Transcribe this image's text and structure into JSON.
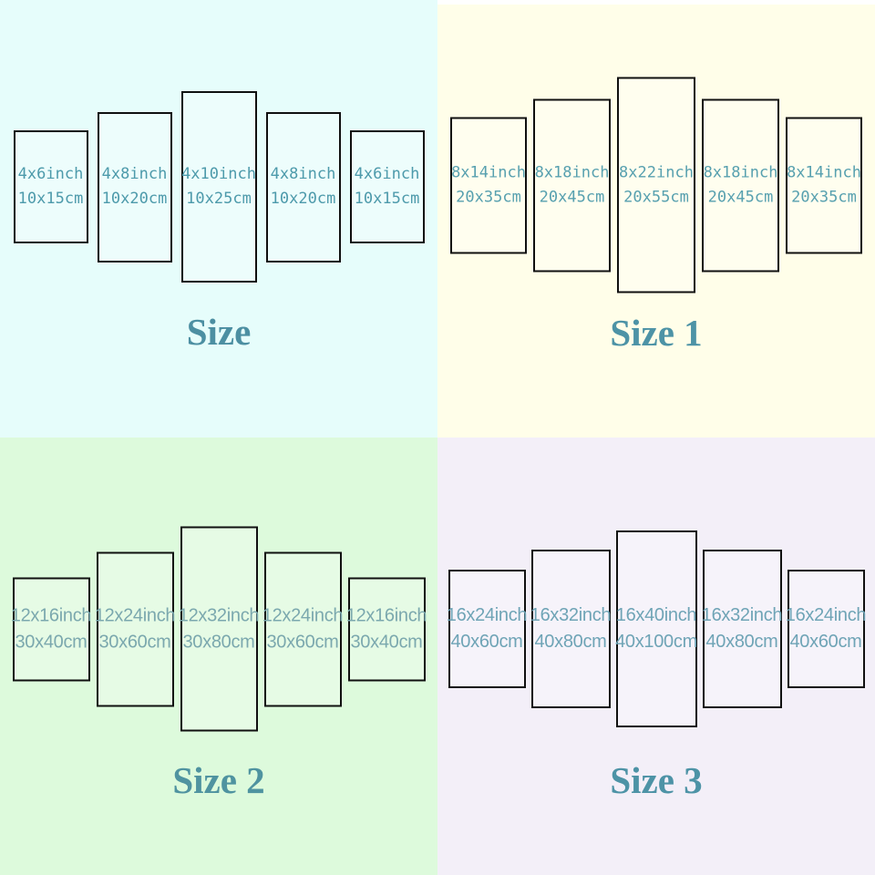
{
  "quadrants": [
    {
      "title": "Size",
      "bg": "#E6FDFB",
      "text_color": "#4D9AAB",
      "title_color": "#4C8FA2",
      "panels": [
        {
          "inch": "4x6inch",
          "cm": "10x15cm"
        },
        {
          "inch": "4x8inch",
          "cm": "10x20cm"
        },
        {
          "inch": "4x10inch",
          "cm": "10x25cm"
        },
        {
          "inch": "4x8inch",
          "cm": "10x20cm"
        },
        {
          "inch": "4x6inch",
          "cm": "10x15cm"
        }
      ]
    },
    {
      "title": "Size 1",
      "bg": "#FFFEE9",
      "text_color": "#57A0AF",
      "title_color": "#4D93A6",
      "panels": [
        {
          "inch": "8x14inch",
          "cm": "20x35cm"
        },
        {
          "inch": "8x18inch",
          "cm": "20x45cm"
        },
        {
          "inch": "8x22inch",
          "cm": "20x55cm"
        },
        {
          "inch": "8x18inch",
          "cm": "20x45cm"
        },
        {
          "inch": "8x14inch",
          "cm": "20x35cm"
        }
      ]
    },
    {
      "title": "Size 2",
      "bg": "#DDFADC",
      "text_color": "#7BA8AE",
      "title_color": "#4F93A0",
      "panels": [
        {
          "inch": "12x16inch",
          "cm": "30x40cm"
        },
        {
          "inch": "12x24inch",
          "cm": "30x60cm"
        },
        {
          "inch": "12x32inch",
          "cm": "30x80cm"
        },
        {
          "inch": "12x24inch",
          "cm": "30x60cm"
        },
        {
          "inch": "12x16inch",
          "cm": "30x40cm"
        }
      ]
    },
    {
      "title": "Size 3",
      "bg": "#F3EFF8",
      "text_color": "#6FA4B6",
      "title_color": "#4D93A6",
      "panels": [
        {
          "inch": "16x24inch",
          "cm": "40x60cm"
        },
        {
          "inch": "16x32inch",
          "cm": "40x80cm"
        },
        {
          "inch": "16x40inch",
          "cm": "40x100cm"
        },
        {
          "inch": "16x32inch",
          "cm": "40x80cm"
        },
        {
          "inch": "16x24inch",
          "cm": "40x60cm"
        }
      ]
    }
  ]
}
